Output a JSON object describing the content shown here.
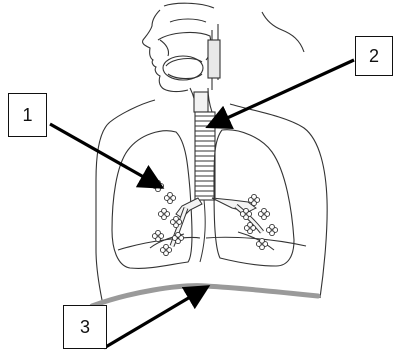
{
  "labels": {
    "one": "1",
    "two": "2",
    "three": "3"
  },
  "colors": {
    "line": "#2b2b2b",
    "diaphragm": "#9a9a9a",
    "arrow": "#000000"
  }
}
